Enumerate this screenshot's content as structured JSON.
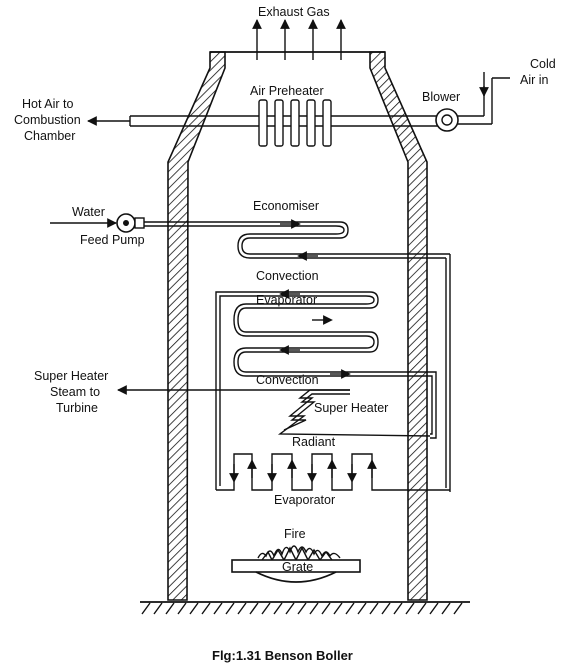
{
  "labels": {
    "exhaust_gas": "Exhaust Gas",
    "air_preheater": "Air Preheater",
    "blower": "Blower",
    "cold_air_in_line1": "Cold",
    "cold_air_in_line2": "Air in",
    "hot_air_line1": "Hot Air to",
    "hot_air_line2": "Combustion",
    "hot_air_line3": "Chamber",
    "water": "Water",
    "feed_pump": "Feed Pump",
    "economiser": "Economiser",
    "convection_evaporator_line1": "Convection",
    "convection_evaporator_line2": "Evaporator",
    "steam_out_line1": "Super Heater",
    "steam_out_line2": "Steam to",
    "steam_out_line3": "Turbine",
    "convection_superheater_line1": "Convection",
    "convection_superheater_line2": "Super Heater",
    "radiant": "Radiant",
    "evaporator": "Evaporator",
    "fire": "Fire",
    "grate": "Grate"
  },
  "caption": "Flg:1.31 Benson Boller"
}
